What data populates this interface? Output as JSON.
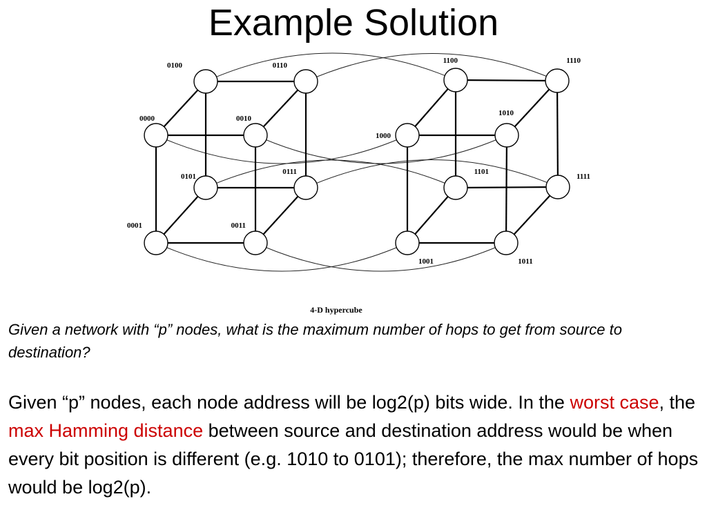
{
  "slide": {
    "title": "Example Solution",
    "diagram_caption": "4-D hypercube",
    "question": "Given a network with “p” nodes, what is the maximum number of hops to get from source to destination?",
    "answer": {
      "part1": "Given “p” nodes, each node address will be log2(p) bits wide. In the ",
      "highlight1": "worst case",
      "part2": ", the ",
      "highlight2": "max Hamming distance",
      "part3": " between source and destination address would be when every bit position is different (e.g. 1010 to 0101); therefore, the max number of hops would be log2(p)."
    },
    "highlight_color": "#cc0000"
  },
  "hypercube": {
    "nodes": [
      "0000",
      "0001",
      "0010",
      "0011",
      "0100",
      "0101",
      "0110",
      "0111",
      "1000",
      "1001",
      "1010",
      "1011",
      "1100",
      "1101",
      "1110",
      "1111"
    ],
    "node_labels": [
      "0000",
      "0001",
      "0010",
      "0011",
      "0100",
      "0101",
      "0110",
      "0111",
      "1000",
      "1001",
      "1010",
      "1011",
      "1100",
      "1101",
      "1110",
      "1111"
    ]
  }
}
